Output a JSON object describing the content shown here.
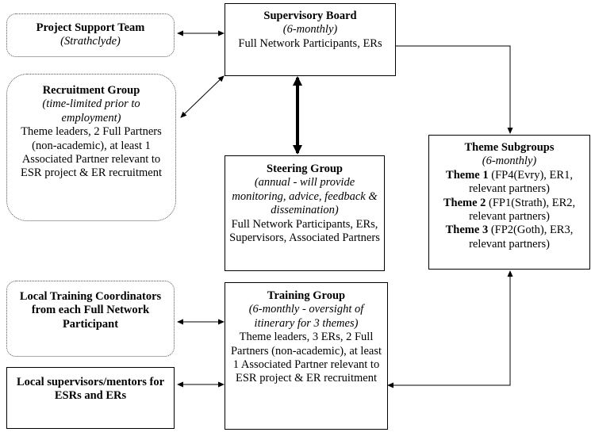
{
  "nodes": {
    "project_support": {
      "title": "Project Support Team",
      "note": "(Strathclyde)"
    },
    "recruitment": {
      "title": "Recruitment Group",
      "note": "(time-limited prior to employment)",
      "body": "Theme leaders, 2 Full Partners (non-academic), at least 1 Associated Partner relevant to ESR project & ER recruitment"
    },
    "supervisory": {
      "title": "Supervisory Board",
      "note": "(6-monthly)",
      "body": "Full Network Participants, ERs"
    },
    "steering": {
      "title": "Steering Group",
      "note": "(annual - will provide monitoring, advice, feedback & dissemination)",
      "body": "Full Network Participants, ERs, Supervisors, Associated Partners"
    },
    "theme_subgroups": {
      "title": "Theme Subgroups",
      "note": "(6-monthly)",
      "themes": [
        {
          "label": "Theme 1",
          "detail": "(FP4(Evry), ER1, relevant partners)"
        },
        {
          "label": "Theme 2",
          "detail": "(FP1(Strath), ER2, relevant partners)"
        },
        {
          "label": "Theme 3",
          "detail": "(FP2(Goth), ER3, relevant partners)"
        }
      ]
    },
    "local_training": {
      "title": "Local Training Coordinators from each Full Network Participant"
    },
    "training": {
      "title": "Training Group",
      "note": "(6-monthly - oversight of itinerary for 3 themes)",
      "body": "Theme leaders, 3 ERs, 2 Full Partners (non-academic), at least 1 Associated Partner relevant to ESR project & ER recruitment"
    },
    "local_supervisors": {
      "title": "Local supervisors/mentors for ESRs and ERs"
    }
  },
  "colors": {
    "line": "#000000",
    "dotted_border": "#555555"
  }
}
